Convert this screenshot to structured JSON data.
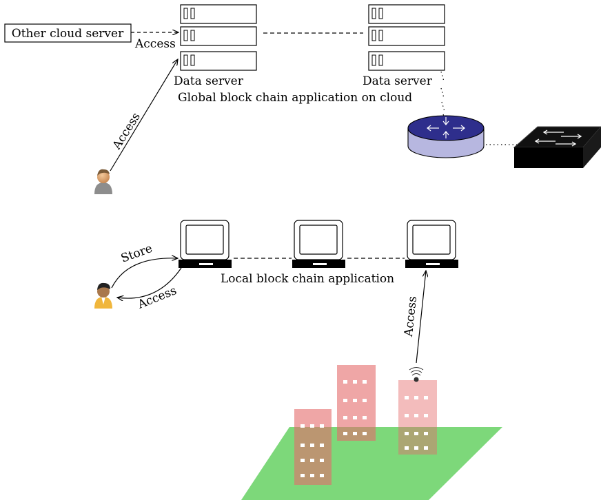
{
  "labels": {
    "other_cloud_server": "Other cloud server",
    "access_dashed": "Access",
    "data_server_left": "Data server",
    "data_server_right": "Data server",
    "global_app": "Global block chain application on cloud",
    "access_user_cloud": "Access",
    "local_app": "Local block chain application",
    "store": "Store",
    "access_user_local": "Access",
    "access_iot": "Access"
  }
}
